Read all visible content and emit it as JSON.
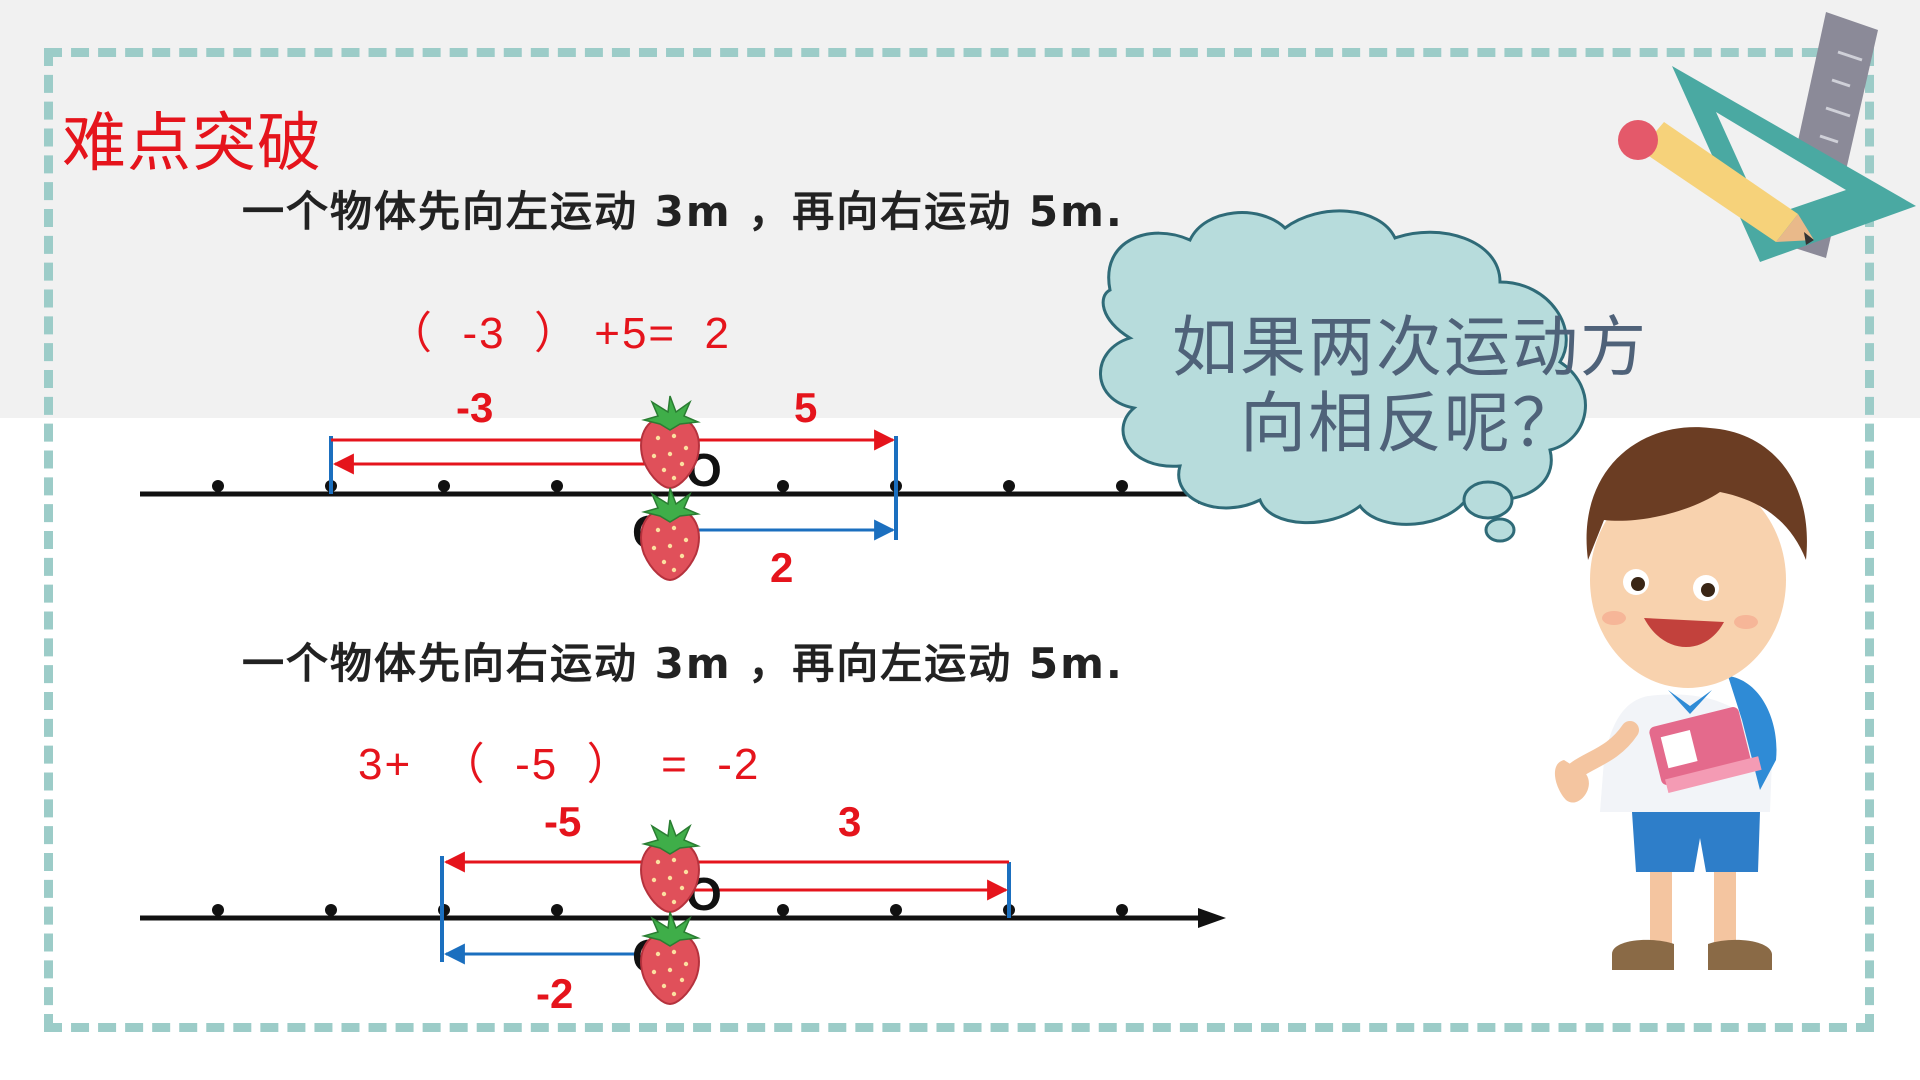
{
  "slide": {
    "title": "难点突破",
    "accent_red": "#e5141c",
    "accent_blue": "#1b6fbf",
    "frame_color": "#9cccc8"
  },
  "example1": {
    "problem": "一个物体先向左运动 3m ，再向右运动 5m.",
    "equation": "（  -3  ） +5=  2",
    "origin_label": "O",
    "step1_label": "-3",
    "step2_label": "5",
    "result_label": "2"
  },
  "example2": {
    "problem": "一个物体先向右运动 3m ，再向左运动 5m.",
    "equation": "3+  （  -5  ）  =  -2",
    "origin_label": "O",
    "step1_label": "3",
    "step2_label": "-5",
    "result_label": "-2"
  },
  "thought_bubble": {
    "line1": "如果两次运动方",
    "line2": "向相反呢？"
  },
  "icons": [
    "ruler-icon",
    "set-square-icon",
    "pencil-icon",
    "strawberry-icon",
    "boy-illustration"
  ]
}
